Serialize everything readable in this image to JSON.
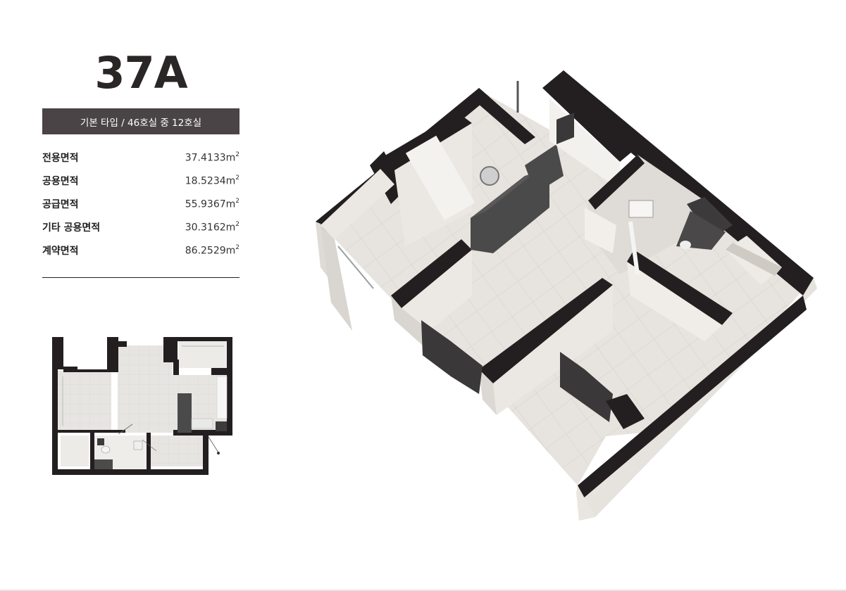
{
  "unit": {
    "type_name": "37A",
    "banner": "기본 타입 / 46호실 중 12호실"
  },
  "areas": [
    {
      "label": "전용면적",
      "value": "37.4133m",
      "unit_sup": "2"
    },
    {
      "label": "공용면적",
      "value": "18.5234m",
      "unit_sup": "2"
    },
    {
      "label": "공급면적",
      "value": "55.9367m",
      "unit_sup": "2"
    },
    {
      "label": "기타 공용면적",
      "value": "30.3162m",
      "unit_sup": "2"
    },
    {
      "label": "계약면적",
      "value": "86.2529m",
      "unit_sup": "2"
    }
  ],
  "colors": {
    "banner_bg": "#4a4446",
    "wall": "#231f20",
    "floor": "#e6e3df",
    "interior_wall": "#f2efeb",
    "counter": "#4b4a4a"
  },
  "images": {
    "floor_plan_2d": "unit floor plan (2D)",
    "floor_plan_3d": "unit floor plan (3D isometric)"
  }
}
